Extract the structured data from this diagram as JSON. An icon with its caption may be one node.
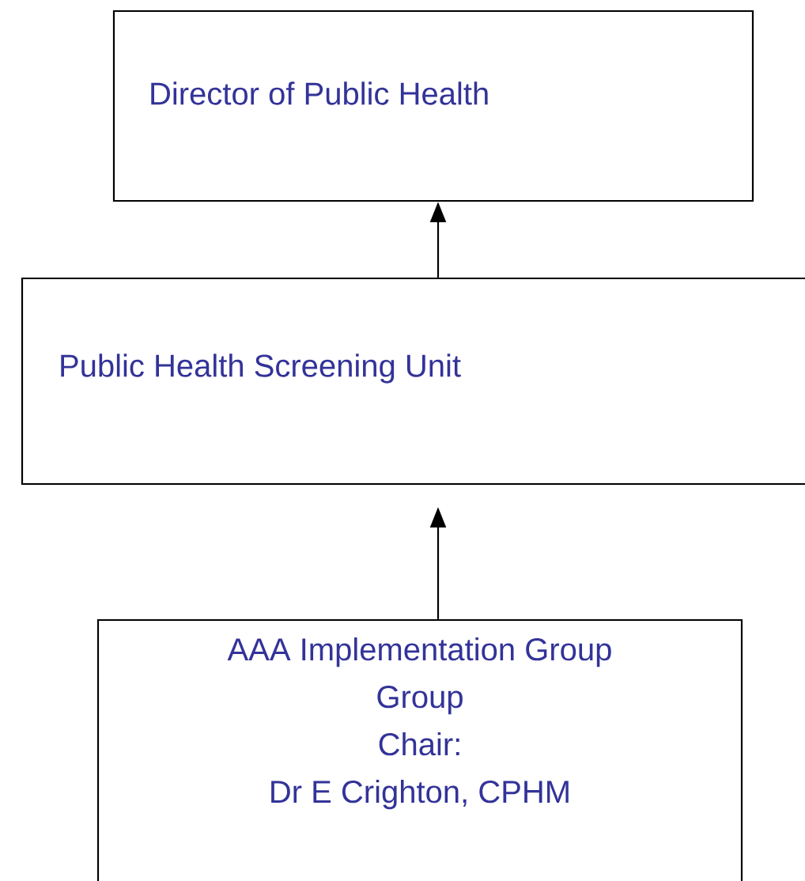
{
  "diagram": {
    "nodes": [
      {
        "text": [
          "Director of Public Health"
        ]
      },
      {
        "text": [
          "Public Health Screening Unit"
        ]
      },
      {
        "text": [
          "AAA Implementation Group",
          "Group",
          "Chair:",
          "Dr E Crighton, CPHM"
        ]
      }
    ],
    "edges": [
      {
        "from": 1,
        "to": 0,
        "arrow": "to"
      },
      {
        "from": 2,
        "to": 1,
        "arrow": "to"
      }
    ]
  }
}
